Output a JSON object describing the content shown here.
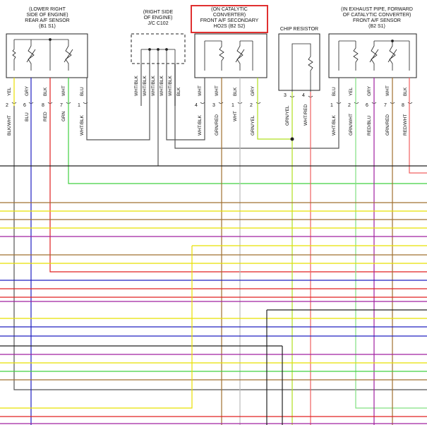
{
  "components": [
    {
      "id": "b1s1",
      "title_lines": [
        "(LOWER RIGHT",
        "SIDE OF ENGINE)",
        "REAR A/F SENSOR",
        "(B1 S1)"
      ]
    },
    {
      "id": "c102",
      "title_lines": [
        "(RIGHT SIDE",
        "OF ENGINE)",
        "J/C C102"
      ]
    },
    {
      "id": "b2s2",
      "title_lines": [
        "(ON CATALYTIC",
        "CONVERTER)",
        "FRONT A/F SECONDARY",
        "HO2S (B2 S2)"
      ]
    },
    {
      "id": "chip",
      "title_lines": [
        "CHIP RESISTOR"
      ]
    },
    {
      "id": "b2s1",
      "title_lines": [
        "(IN EXHAUST PIPE, FORWARD",
        "OF CATALYTIC CONVERTER)",
        "FRONT A/F SENSOR",
        "(B2 S1)"
      ]
    }
  ],
  "pin_colors_top": {
    "b1s1": [
      "YEL",
      "GRY",
      "BLK",
      "WHT",
      "BLU"
    ],
    "c102": [
      "WHT/BLK",
      "WHT/BLK",
      "WHT/BLK",
      "WHT/BLK",
      "WHT/BLK",
      "BLK"
    ],
    "b2s2": [
      "WHT",
      "WHT",
      "BLK",
      "GRY"
    ],
    "b2s1": [
      "BLU",
      "YEL",
      "GRY",
      "WHT",
      "BLK"
    ]
  },
  "pins": {
    "b1s1": [
      "2",
      "6",
      "8",
      "7",
      "1"
    ],
    "b2s2": [
      "4",
      "3",
      "1",
      "2"
    ],
    "chip": [
      "3",
      "4"
    ],
    "b2s1": [
      "1",
      "2",
      "6",
      "7",
      "8"
    ]
  },
  "wire_labels": {
    "b1s1": [
      "BLK/WHT",
      "BLU",
      "RED",
      "GRN",
      "WHT/BLK"
    ],
    "b2s2": [
      "WHT/BLK",
      "GRN/RED",
      "WHT",
      "GRN/YEL"
    ],
    "chip": [
      "GRN/YEL",
      "WHT/RED"
    ],
    "b2s1": [
      "WHT/BLK",
      "GRN/WHT",
      "RED/BLU",
      "GRN/RED",
      "RED/WHT"
    ]
  },
  "colors": {
    "highlight": "#e03030",
    "yellow": "#e8e000",
    "blue": "#2020c0",
    "red": "#e02020",
    "green": "#40d040",
    "brown": "#a07030",
    "purple": "#a020a0",
    "gray": "#909090",
    "black": "#222222",
    "pink": "#f06060"
  }
}
